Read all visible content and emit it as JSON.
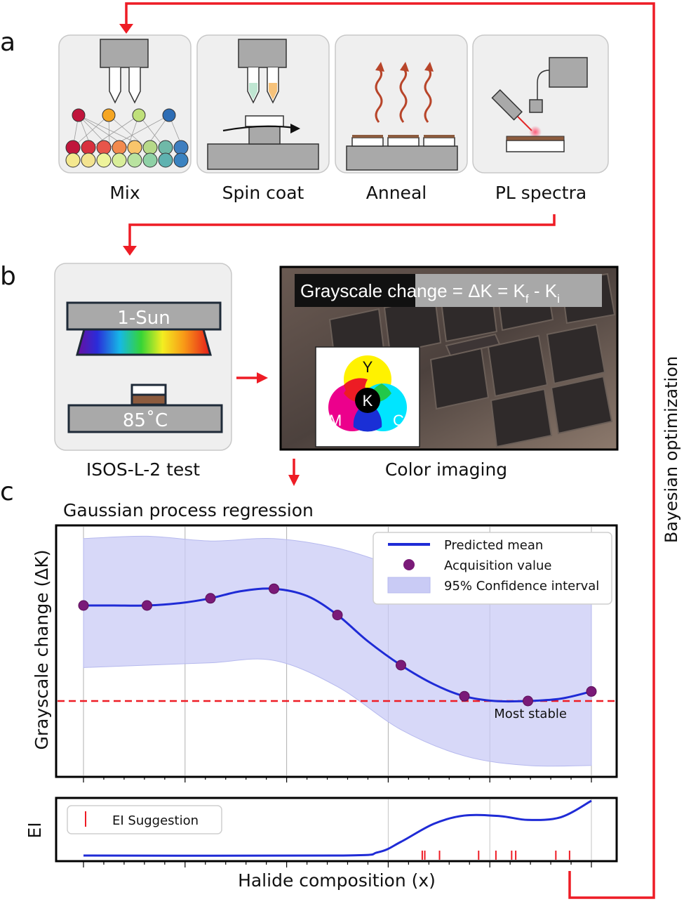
{
  "panels": {
    "a": "a",
    "b": "b",
    "c": "c"
  },
  "steps": [
    {
      "label": "Mix"
    },
    {
      "label": "Spin coat"
    },
    {
      "label": "Anneal"
    },
    {
      "label": "PL spectra"
    }
  ],
  "loop_label": "Bayesian optimization",
  "aging": {
    "lamp_label": "1-Sun",
    "stage_label": "85˚C",
    "test_label": "ISOS-L-2 test"
  },
  "imaging": {
    "formula": "Grayscale change = ΔK = K",
    "formula_sub_f": "f",
    "formula_minus": " - K",
    "formula_sub_i": "i",
    "wheel": {
      "y": "Y",
      "m": "M",
      "c": "C",
      "k": "K"
    },
    "caption": "Color imaging"
  },
  "colors": {
    "arrow": "#ee1c25",
    "mean_line": "#1f2bd6",
    "point": "#7a1a78",
    "band": "#c9cbf5",
    "threshold": "#ee1c25"
  },
  "chart_data": [
    {
      "type": "line",
      "title": "Gaussian process regression",
      "xlabel": "",
      "ylabel": "Grayscale  change (ΔK)",
      "x_range": [
        0,
        1
      ],
      "y_range": [
        0,
        1
      ],
      "grid": true,
      "legend": {
        "placement": "top-right",
        "entries": [
          "Predicted mean",
          "Acquisition value",
          "95% Confidence interval"
        ]
      },
      "series": [
        {
          "name": "Predicted mean",
          "x": [
            0,
            0.06,
            0.125,
            0.19,
            0.25,
            0.31,
            0.375,
            0.44,
            0.5,
            0.56,
            0.625,
            0.69,
            0.75,
            0.81,
            0.875,
            0.94,
            1.0
          ],
          "y": [
            0.7,
            0.7,
            0.7,
            0.71,
            0.73,
            0.76,
            0.77,
            0.74,
            0.66,
            0.55,
            0.45,
            0.37,
            0.32,
            0.3,
            0.3,
            0.31,
            0.34
          ]
        },
        {
          "name": "Acquisition value",
          "x": [
            0,
            0.125,
            0.25,
            0.375,
            0.5,
            0.625,
            0.75,
            0.875,
            1.0
          ],
          "y": [
            0.7,
            0.7,
            0.73,
            0.77,
            0.66,
            0.45,
            0.32,
            0.3,
            0.34
          ]
        },
        {
          "name": "95% Confidence interval",
          "x": [
            0,
            0.125,
            0.25,
            0.375,
            0.5,
            0.625,
            0.75,
            0.875,
            1.0
          ],
          "upper": [
            0.98,
            0.99,
            0.97,
            0.98,
            0.94,
            0.86,
            0.8,
            0.77,
            0.76
          ],
          "lower": [
            0.44,
            0.45,
            0.46,
            0.47,
            0.36,
            0.18,
            0.07,
            0.03,
            0.03
          ]
        }
      ],
      "threshold": {
        "y": 0.3
      },
      "annotations": [
        {
          "text": "Most stable",
          "x": 0.88,
          "y": 0.23
        }
      ]
    },
    {
      "type": "line",
      "xlabel": "Halide composition (x)",
      "ylabel": "EI",
      "x_range": [
        0,
        1
      ],
      "y_range": [
        0,
        1
      ],
      "legend": {
        "placement": "top-left",
        "entries": [
          "EI Suggestion"
        ]
      },
      "series": [
        {
          "name": "EI",
          "x": [
            0,
            0.5,
            0.58,
            0.625,
            0.69,
            0.75,
            0.82,
            0.875,
            0.94,
            1.0
          ],
          "y": [
            0.0,
            0.0,
            0.06,
            0.25,
            0.58,
            0.73,
            0.72,
            0.65,
            0.7,
            1.0
          ]
        }
      ],
      "ei_suggestions": [
        0.667,
        0.672,
        0.701,
        0.778,
        0.812,
        0.843,
        0.851,
        0.93,
        0.957
      ]
    }
  ]
}
